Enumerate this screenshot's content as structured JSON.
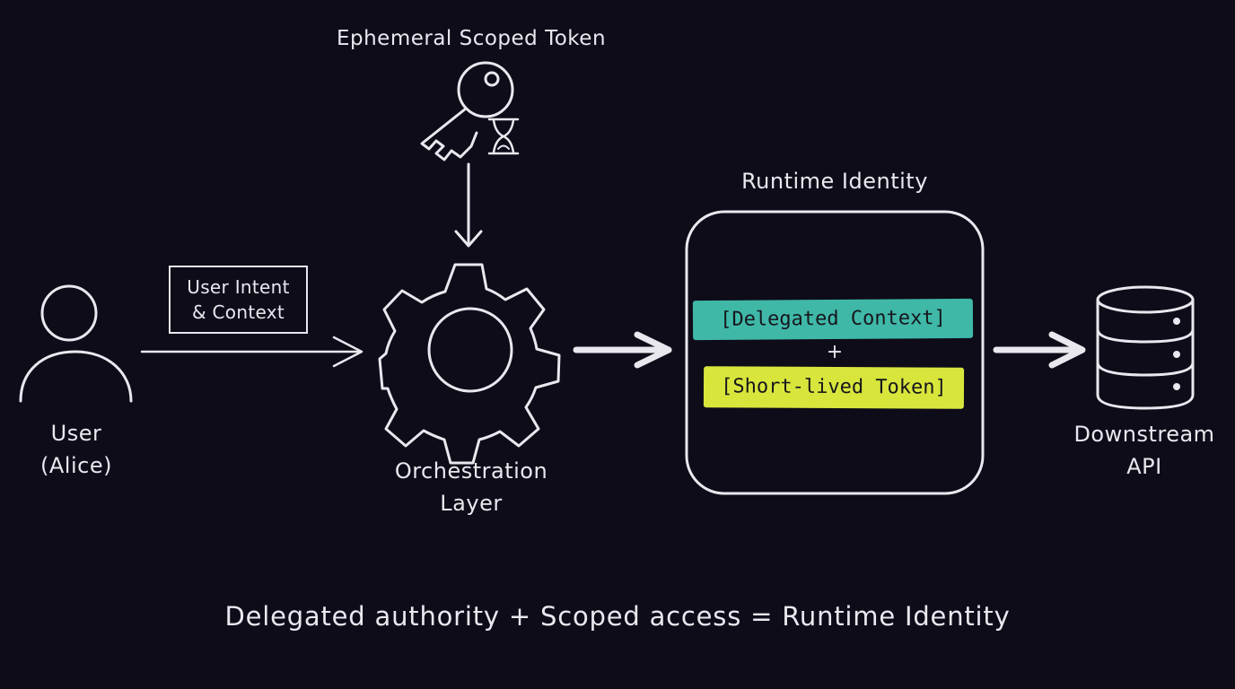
{
  "token": {
    "title": "Ephemeral Scoped Token"
  },
  "user": {
    "label_line1": "User",
    "label_line2": "(Alice)"
  },
  "intent": {
    "line1": "User Intent",
    "line2": "& Context"
  },
  "orchestration": {
    "label_line1": "Orchestration",
    "label_line2": "Layer"
  },
  "runtime": {
    "title": "Runtime Identity",
    "delegated": "[Delegated Context]",
    "plus": "+",
    "short_lived": "[Short-lived Token]"
  },
  "api": {
    "label_line1": "Downstream",
    "label_line2": "API"
  },
  "footer": {
    "text": "Delegated authority + Scoped access = Runtime Identity"
  },
  "icons": [
    "key-icon",
    "hourglass-icon",
    "user-icon",
    "gear-icon",
    "database-icon"
  ],
  "colors": {
    "background": "#0e0c18",
    "stroke": "#e8e8ee",
    "teal_highlight": "#3fb8a8",
    "yellow_highlight": "#d8e63c"
  }
}
